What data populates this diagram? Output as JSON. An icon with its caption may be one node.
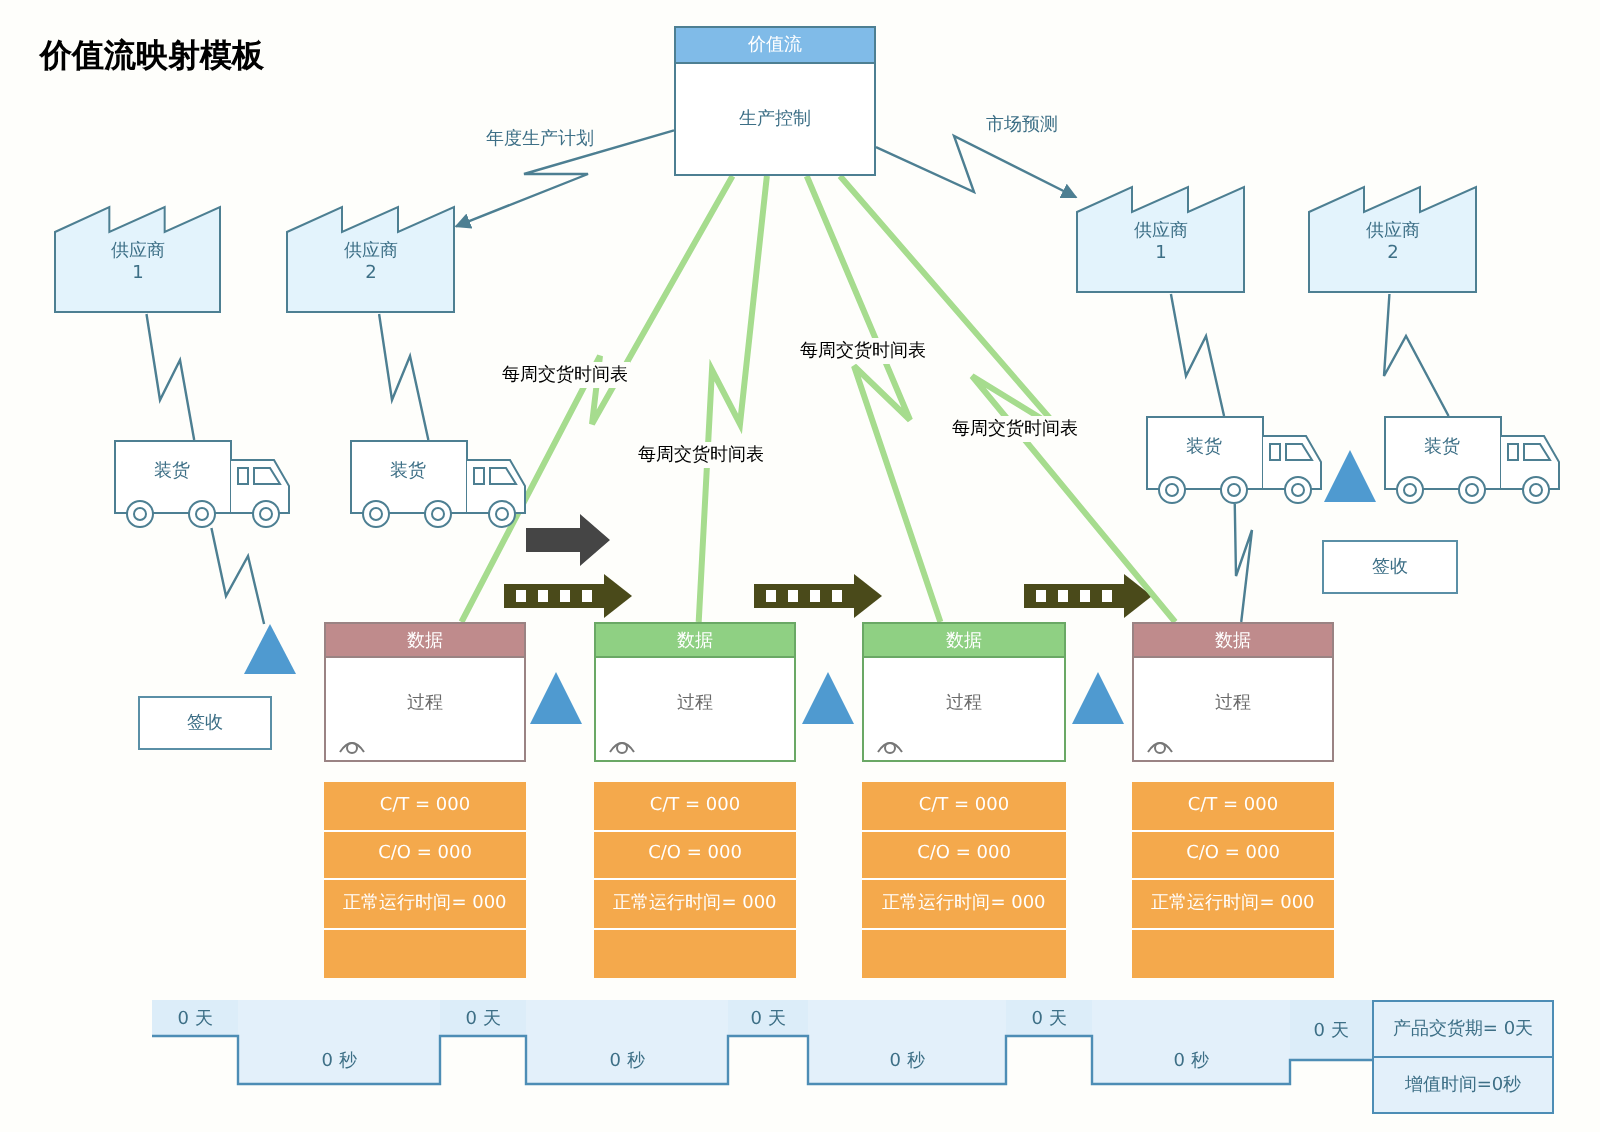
{
  "diagram": {
    "title": "价值流映射模板",
    "nodes": [
      {
        "text": [
          "价值流",
          "生产控制"
        ]
      },
      {
        "text": [
          "供应商",
          "1"
        ]
      },
      {
        "text": [
          "供应商",
          "2"
        ]
      },
      {
        "text": [
          "供应商",
          "1"
        ]
      },
      {
        "text": [
          "供应商",
          "2"
        ]
      },
      {
        "text": [
          "装货"
        ]
      },
      {
        "text": [
          "装货"
        ]
      },
      {
        "text": [
          "装货"
        ]
      },
      {
        "text": [
          "装货"
        ]
      },
      {
        "text": [],
        "shape": "triangle"
      },
      {
        "text": [
          "签收"
        ]
      },
      {
        "text": [
          "签收"
        ]
      },
      {
        "text": [],
        "shape": "triangle"
      },
      {
        "text": [
          "数据",
          "过程"
        ]
      },
      {
        "text": [
          "数据",
          "过程"
        ]
      },
      {
        "text": [
          "数据",
          "过程"
        ]
      },
      {
        "text": [
          "数据",
          "过程"
        ]
      },
      {
        "text": [],
        "shape": "triangle"
      },
      {
        "text": [],
        "shape": "triangle"
      },
      {
        "text": [],
        "shape": "triangle"
      },
      {
        "text": [
          "C/T = 000",
          "C/O = 000",
          "正常运行时间= 000"
        ]
      },
      {
        "text": [
          "C/T = 000",
          "C/O = 000",
          "正常运行时间= 000"
        ]
      },
      {
        "text": [
          "C/T = 000",
          "C/O = 000",
          "正常运行时间= 000"
        ]
      },
      {
        "text": [
          "C/T = 000",
          "C/O = 000",
          "正常运行时间= 000"
        ]
      }
    ],
    "edges": [
      {
        "from": 0,
        "to": 2,
        "arrow": "to",
        "label": "年度生产计划"
      },
      {
        "from": 0,
        "to": 3,
        "arrow": "to",
        "label": "市场预测"
      },
      {
        "from": 0,
        "to": 13,
        "arrow": "none",
        "label": "每周交货时间表",
        "style": "thick",
        "color": "#a6dc8e"
      },
      {
        "from": 0,
        "to": 14,
        "arrow": "none",
        "label": "每周交货时间表",
        "style": "thick",
        "color": "#a6dc8e"
      },
      {
        "from": 0,
        "to": 15,
        "arrow": "none",
        "label": "每周交货时间表",
        "style": "thick",
        "color": "#a6dc8e"
      },
      {
        "from": 0,
        "to": 16,
        "arrow": "none",
        "label": "每周交货时间表",
        "style": "thick",
        "color": "#a6dc8e"
      },
      {
        "from": 1,
        "to": 5,
        "arrow": "none"
      },
      {
        "from": 2,
        "to": 6,
        "arrow": "none"
      },
      {
        "from": 5,
        "to": 9,
        "arrow": "none"
      },
      {
        "from": 3,
        "to": 7,
        "arrow": "none"
      },
      {
        "from": 4,
        "to": 8,
        "arrow": "none"
      },
      {
        "from": 7,
        "to": 16,
        "arrow": "none"
      }
    ],
    "labels": [
      "0 天",
      "0 天",
      "0 天",
      "0 天",
      "0 天",
      "产品交货期= 0天",
      "0 秒",
      "0 秒",
      "0 秒",
      "0 秒",
      "增值时间=0秒"
    ]
  }
}
